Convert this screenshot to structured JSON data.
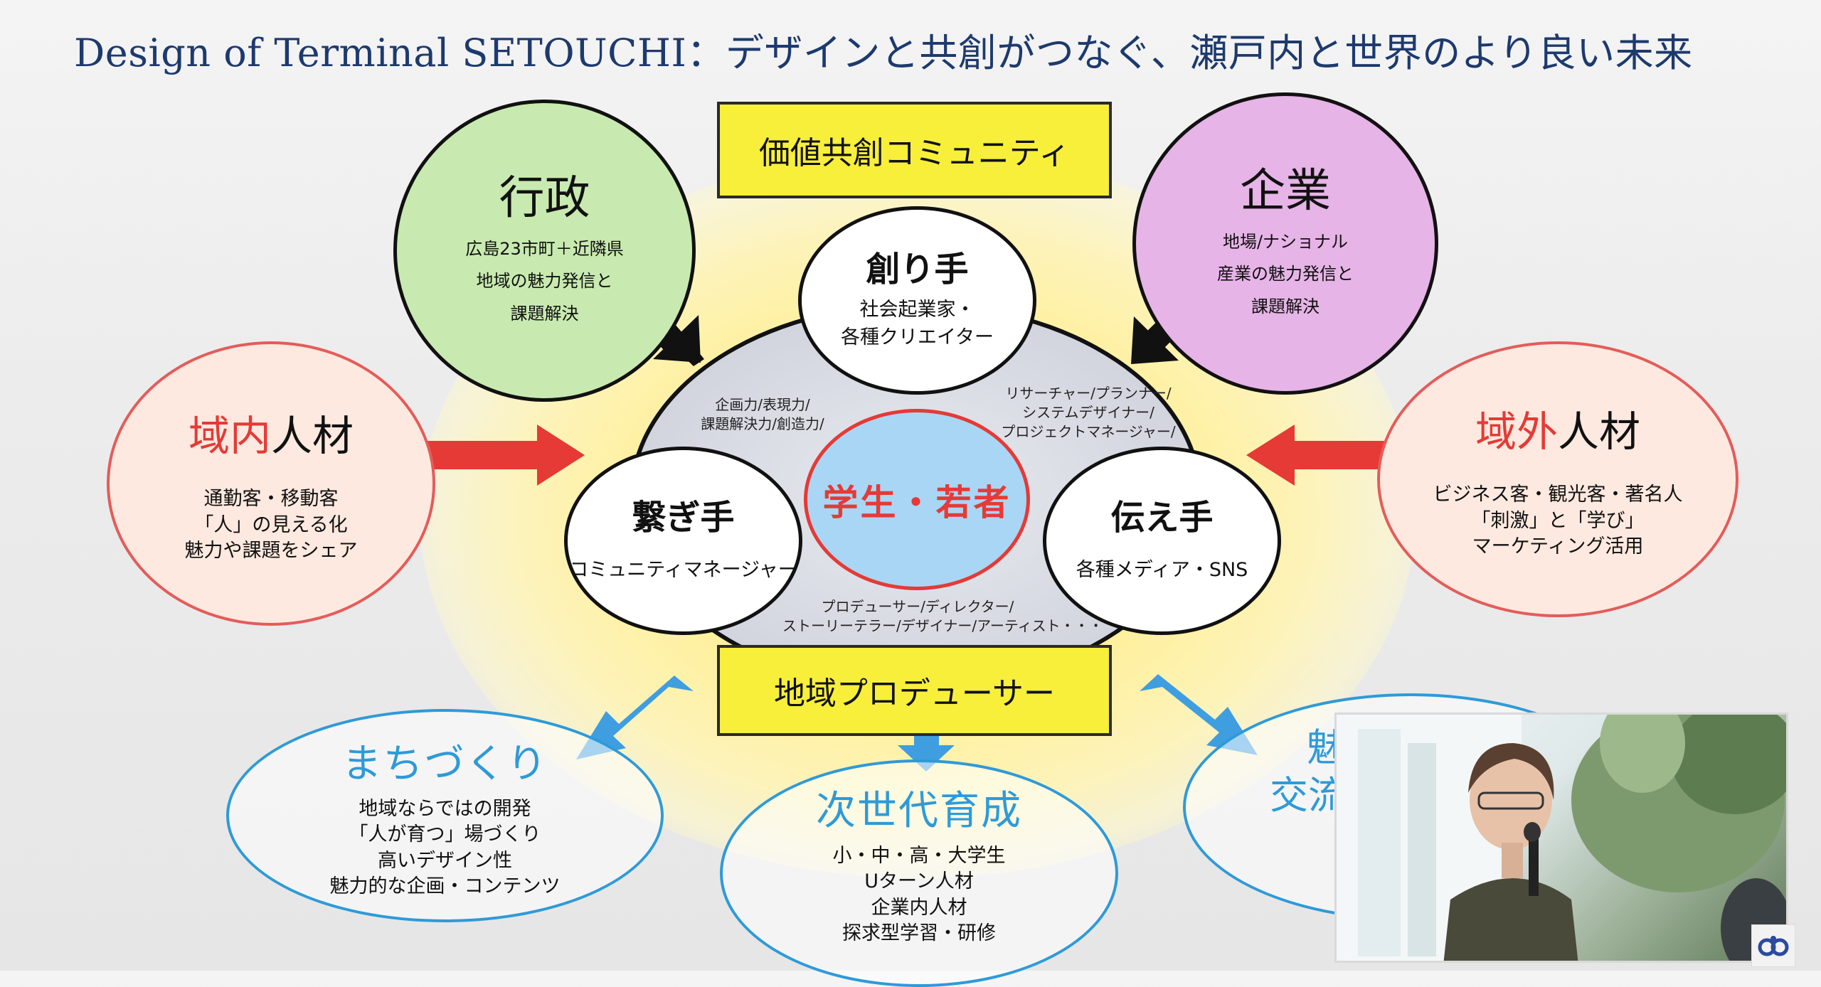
{
  "title": "Design of Terminal SETOUCHI：デザインと共創がつなぐ、瀬戸内と世界のより良い未来",
  "top_box": "価値共創コミュニティ",
  "bottom_box": "地域プロデューサー",
  "gyosei": {
    "title": "行政",
    "lines": [
      "広島23市町＋近隣県",
      "地域の魅力発信と",
      "課題解決"
    ]
  },
  "kigyo": {
    "title": "企業",
    "lines": [
      "地場/ナショナル",
      "産業の魅力発信と",
      "課題解決"
    ]
  },
  "ikinai": {
    "title_accent": "域内",
    "title_rest": "人材",
    "lines": [
      "通勤客・移動客",
      "「人」の見える化",
      "魅力や課題をシェア"
    ]
  },
  "ikigai": {
    "title_accent": "域外",
    "title_rest": "人材",
    "lines": [
      "ビジネス客・観光客・著名人",
      "「刺激」と「学び」",
      "マーケティング活用"
    ]
  },
  "tsukurite": {
    "title": "創り手",
    "lines": [
      "社会起業家・",
      "各種クリエイター"
    ]
  },
  "tsunagite": {
    "title": "繋ぎ手",
    "lines": [
      "コミュニティマネージャー"
    ]
  },
  "tsutaete": {
    "title": "伝え手",
    "lines": [
      "各種メディア・SNS"
    ]
  },
  "center": "学生・若者",
  "skills_left": [
    "企画力/表現力/",
    "課題解決力/創造力/"
  ],
  "skills_right": [
    "リサーチャー/プランナー/",
    "システムデザイナー/",
    "プロジェクトマネージャー/"
  ],
  "skills_bottom": [
    "プロデューサー/ディレクター/",
    "ストーリーテラー/デザイナー/アーティスト・・・"
  ],
  "machizukuri": {
    "title": "まちづくり",
    "lines": [
      "地域ならではの開発",
      "「人が育つ」場づくり",
      "高いデザイン性",
      "魅力的な企画・コンテンツ"
    ]
  },
  "jisedai": {
    "title": "次世代育成",
    "lines": [
      "小・中・高・大学生",
      "Uターン人材",
      "企業内人材",
      "探求型学習・研修"
    ]
  },
  "partial_right": {
    "title_line1": "魅",
    "title_line2": "交流"
  },
  "colors": {
    "navy": "#1d3a6e",
    "yellow": "#f7ef3a",
    "green": "#c8eab0",
    "pink": "#e6b4e6",
    "red": "#e53a36",
    "blue": "#2e9ad8",
    "light_blue": "#a9d6f5"
  }
}
